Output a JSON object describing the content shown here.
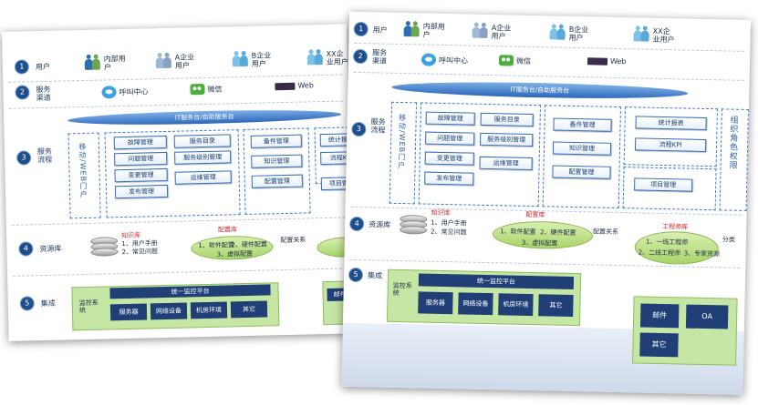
{
  "rows": [
    {
      "num": "1",
      "title": "用户"
    },
    {
      "num": "2",
      "title": "服务渠道"
    },
    {
      "num": "3",
      "title": "服务流程"
    },
    {
      "num": "4",
      "title": "资源库"
    },
    {
      "num": "5",
      "title": "集成"
    }
  ],
  "users": {
    "internal": "内部用户",
    "company_a": "A企业用户",
    "company_b": "B企业用户",
    "company_xx": "XX企业用户"
  },
  "channels": {
    "call_center": "呼叫中心",
    "wechat": "微信",
    "web": "Web"
  },
  "banner": "IT服务台/自助服务台",
  "portal": "移动/WEB门户",
  "processes": {
    "incident": "故障管理",
    "problem": "问题管理",
    "change": "变更管理",
    "release": "发布管理",
    "catalog": "服务目录",
    "sla": "服务级别管理",
    "operations": "运维管理",
    "asset": "备件管理",
    "knowledge": "知识管理",
    "config": "配置管理",
    "report": "统计报表",
    "kpi": "流程KPI",
    "project": "项目管理",
    "role": "组织角色权限"
  },
  "resources": {
    "knowledge_base": "知识库",
    "kb_items": [
      "1、用户手册",
      "2、常见问题"
    ],
    "config_db": "配置库",
    "config_items": [
      "1、软件配置",
      "2、硬件配置",
      "3、虚拟配置"
    ],
    "config_relation": "配置关系",
    "engineer_db": "工程师库",
    "engineer_items": [
      "1、一线工程师",
      "2、二线工程师",
      "3、专家资源"
    ],
    "assign": "分类"
  },
  "integration": {
    "monitor_system": "监控系统",
    "platform": "统一监控平台",
    "platform_items": [
      "服务器",
      "网络设备",
      "机房环境",
      "其它"
    ],
    "mail": "邮件",
    "oa": "OA",
    "other": "其它"
  }
}
